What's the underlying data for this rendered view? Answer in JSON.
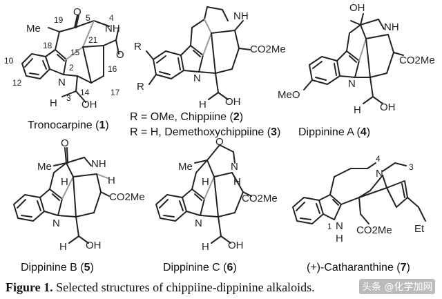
{
  "caption": {
    "label": "Figure 1.",
    "text": "Selected structures of chippiine-dippinine alkaloids."
  },
  "watermark": "头条 @化学加网",
  "compounds": [
    {
      "name": "Tronocarpine",
      "number": "1",
      "labels": {
        "me": "Me",
        "o": "O",
        "nh": "NH",
        "n": "N",
        "oh": "OH",
        "h": "H",
        "n19": "19",
        "n5": "5",
        "n4": "4",
        "n18": "18",
        "n21": "21",
        "n15": "15",
        "n10": "10",
        "n2": "2",
        "n16": "16",
        "n12": "12",
        "n17": "17",
        "n3": "3",
        "n14": "14"
      }
    },
    {
      "name_line1_prefix": "R = OMe, Chippiine",
      "number_line1": "2",
      "name_line2_prefix": "R = H, Demethoxychippiine",
      "number_line2": "3",
      "labels": {
        "nh": "NH",
        "r": "R",
        "co2me": "CO2Me",
        "n": "N",
        "oh": "OH",
        "h": "H"
      }
    },
    {
      "name": "Dippinine A",
      "number": "4",
      "labels": {
        "oh_top": "OH",
        "nh": "NH",
        "co2me": "CO2Me",
        "meo": "MeO",
        "n": "N",
        "oh": "OH",
        "h": "H"
      }
    },
    {
      "name": "Dippinine B",
      "number": "5",
      "labels": {
        "o": "O",
        "me": "Me",
        "nh": "NH",
        "h": "H",
        "co2me": "CO2Me",
        "n": "N",
        "oh": "OH"
      }
    },
    {
      "name": "Dippinine C",
      "number": "6",
      "labels": {
        "o": "O",
        "me": "Me",
        "n": "N",
        "h": "H",
        "co2me": "CO2Me",
        "oh": "OH"
      }
    },
    {
      "name": "(+)-Catharanthine",
      "number": "7",
      "labels": {
        "n4": "4",
        "n": "N",
        "n3": "3",
        "n1": "1",
        "nh": "N",
        "h": "H",
        "co2me": "CO2Me",
        "et": "Et"
      }
    }
  ]
}
